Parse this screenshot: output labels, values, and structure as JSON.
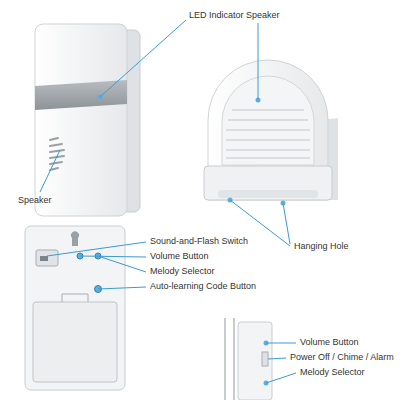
{
  "diagram": {
    "labels": [
      "LED Indicator",
      "Speaker",
      "Speaker",
      "Hanging Hole",
      "Sound-and-Flash Switch",
      "Volume Button",
      "Melody Selector",
      "Auto-learning Code Button",
      "Volume Button",
      "Power Off / Chime / Alarm",
      "Melody Selector"
    ]
  }
}
